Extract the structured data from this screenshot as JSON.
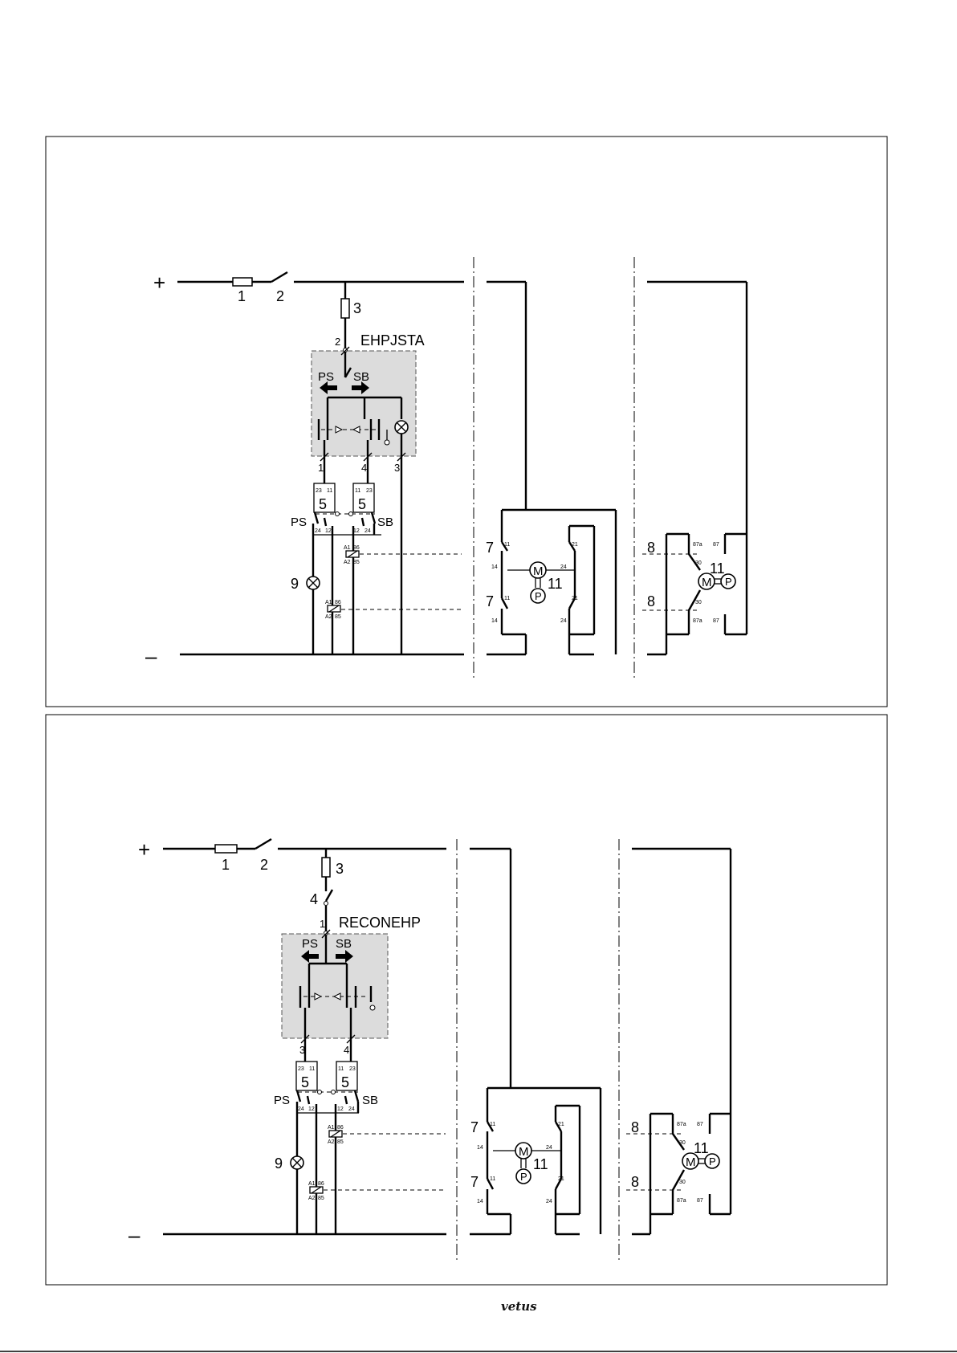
{
  "diagram_top": {
    "panel_title": "EHPJSTA",
    "supply": {
      "plus": "+",
      "minus": "–"
    },
    "components": {
      "fuse_1": "1",
      "switch_2": "2",
      "fuse_3": "3",
      "relay_5": "5",
      "relay_7": "7",
      "relay_8": "8",
      "lamp_9": "9",
      "motor_11": "11"
    },
    "control": {
      "ps": "PS",
      "sb": "SB"
    },
    "terminals": {
      "t1": "1",
      "t2": "2",
      "t3": "3",
      "t4": "4"
    },
    "contacts": {
      "c23": "23",
      "c11": "11",
      "c24": "24",
      "c12": "12",
      "c14": "14",
      "c21": "21",
      "a1": "A1",
      "a2": "A2",
      "c86": "86",
      "c85": "85",
      "c87a": "87a",
      "c87": "87",
      "c30": "30"
    },
    "motor": "M",
    "pump": "P"
  },
  "diagram_bottom": {
    "panel_title": "RECONEHP",
    "supply": {
      "plus": "+",
      "minus": "–"
    },
    "components": {
      "fuse_1": "1",
      "switch_2": "2",
      "fuse_3": "3",
      "switch_4": "4",
      "relay_5": "5",
      "relay_7": "7",
      "relay_8": "8",
      "lamp_9": "9",
      "motor_11": "11"
    },
    "control": {
      "ps": "PS",
      "sb": "SB"
    },
    "terminals": {
      "t1": "1",
      "t3": "3",
      "t4": "4"
    },
    "contacts": {
      "c23": "23",
      "c11": "11",
      "c24": "24",
      "c12": "12",
      "c14": "14",
      "c21": "21",
      "a1": "A1",
      "a2": "A2",
      "c86": "86",
      "c85": "85",
      "c87a": "87a",
      "c87": "87",
      "c30": "30"
    },
    "motor": "M",
    "pump": "P"
  },
  "footer": {
    "logo": "vetus"
  }
}
